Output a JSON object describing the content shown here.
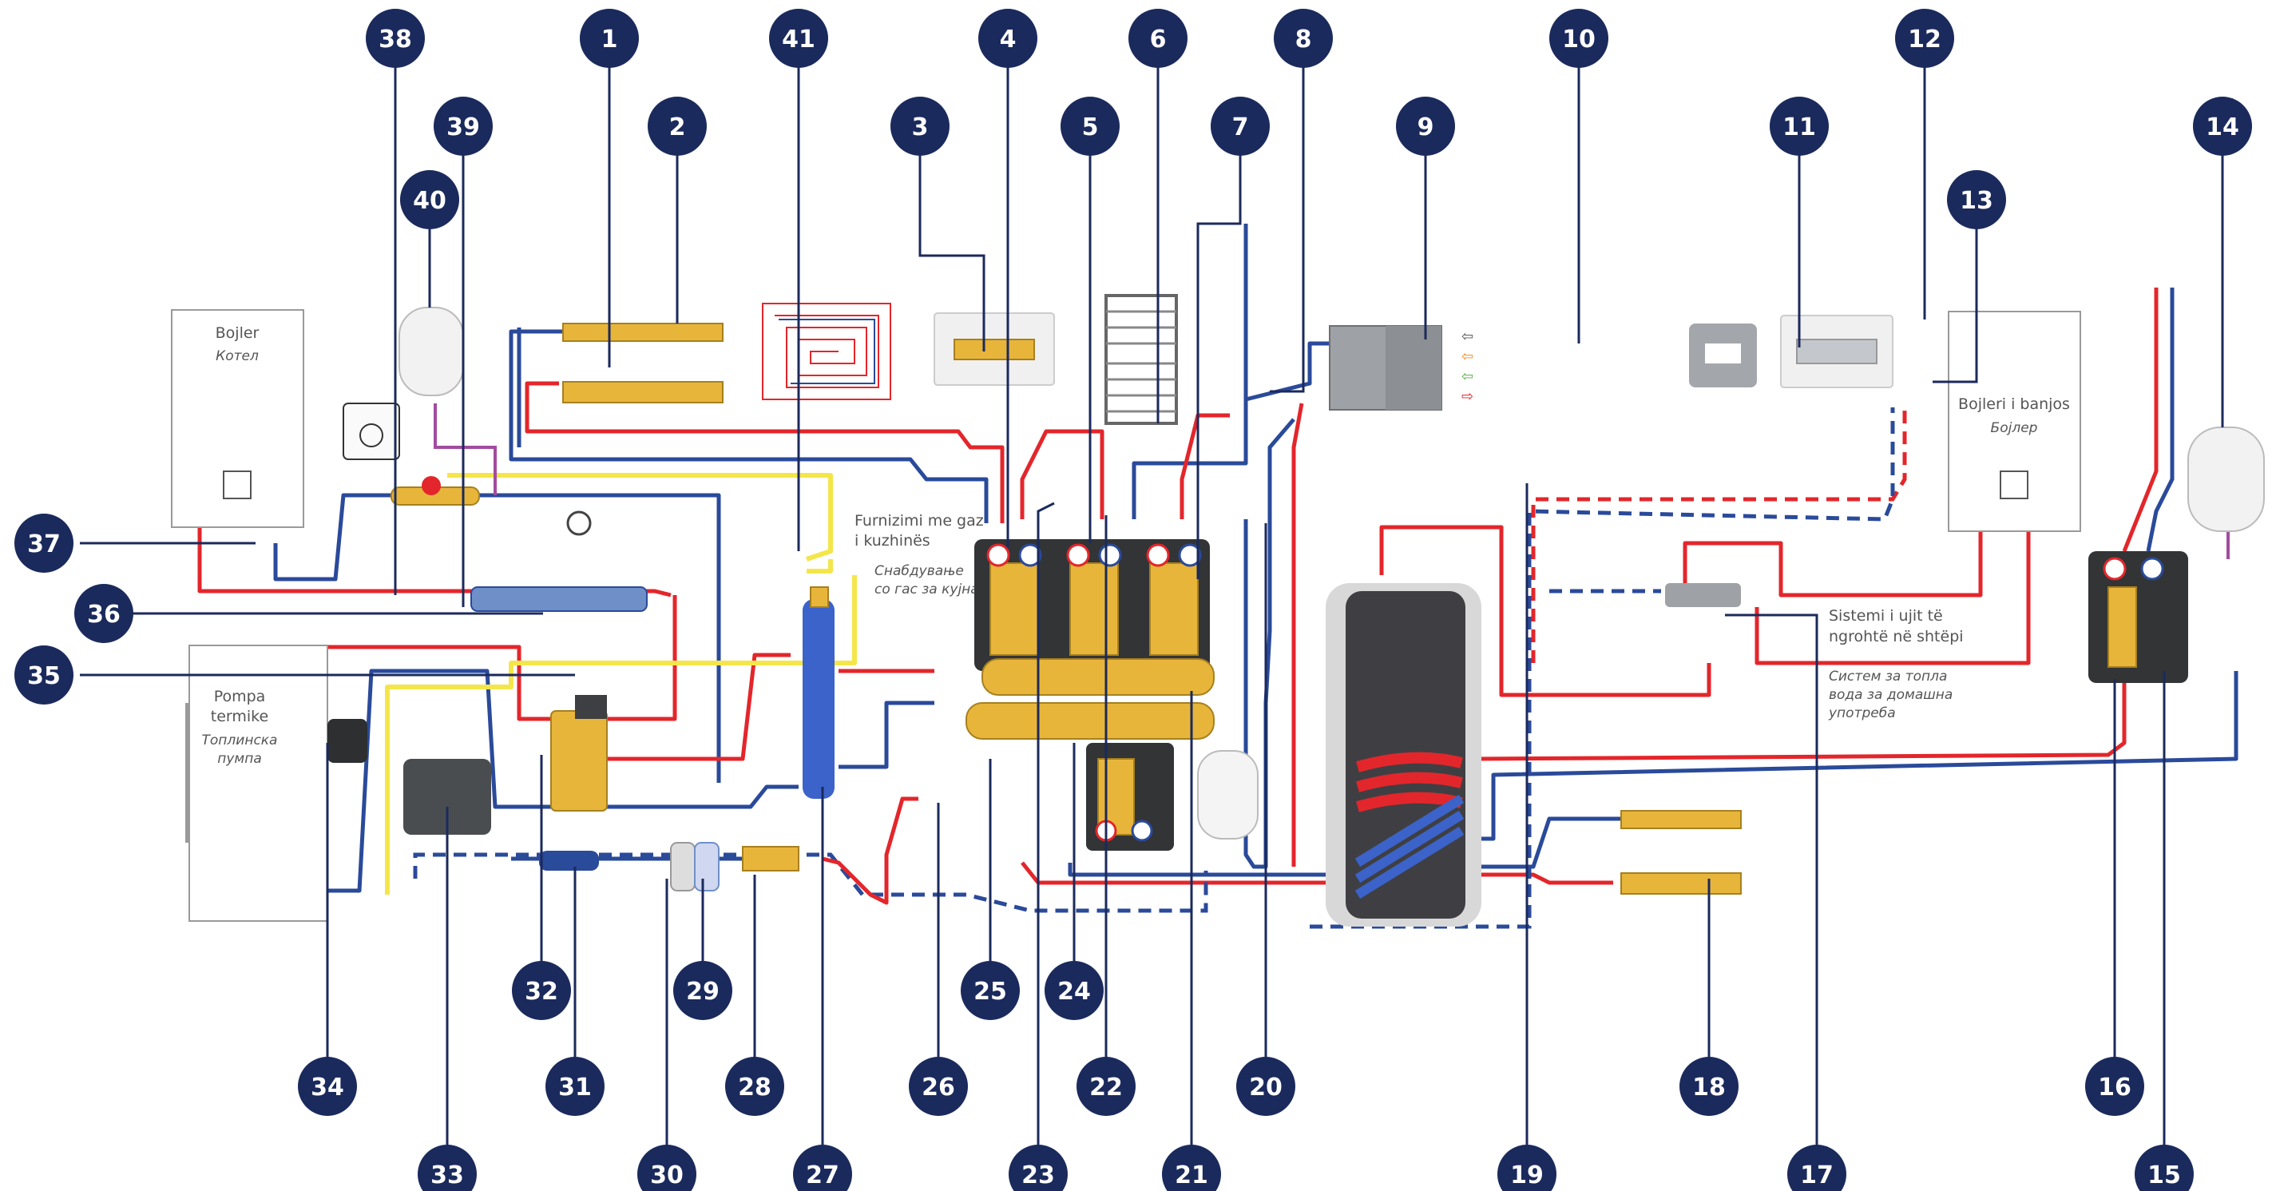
{
  "labels": {
    "boiler": "Bojler",
    "boiler_mk": "Котел",
    "heatpump_line1": "Pompa",
    "heatpump_line2": "termike",
    "heatpump_mk_line1": "Топлинска",
    "heatpump_mk_line2": "пумпа",
    "gas_line1": "Furnizimi me gaz",
    "gas_line2": "i kuzhinës",
    "gas_mk_line1": "Снабдување",
    "gas_mk_line2": "со гас за кујна",
    "bath_boiler": "Bojleri i banjos",
    "bath_boiler_mk": "Бојлер",
    "dhw_line1": "Sistemi i ujit të",
    "dhw_line2": "ngrohtë në shtëpi",
    "dhw_mk_line1": "Систем за топла",
    "dhw_mk_line2": "вода за домашна",
    "dhw_mk_line3": "употреба"
  },
  "callouts": [
    {
      "n": "1"
    },
    {
      "n": "2"
    },
    {
      "n": "3"
    },
    {
      "n": "4"
    },
    {
      "n": "5"
    },
    {
      "n": "6"
    },
    {
      "n": "7"
    },
    {
      "n": "8"
    },
    {
      "n": "9"
    },
    {
      "n": "10"
    },
    {
      "n": "11"
    },
    {
      "n": "12"
    },
    {
      "n": "13"
    },
    {
      "n": "14"
    },
    {
      "n": "15"
    },
    {
      "n": "16"
    },
    {
      "n": "17"
    },
    {
      "n": "18"
    },
    {
      "n": "19"
    },
    {
      "n": "20"
    },
    {
      "n": "21"
    },
    {
      "n": "22"
    },
    {
      "n": "23"
    },
    {
      "n": "24"
    },
    {
      "n": "25"
    },
    {
      "n": "26"
    },
    {
      "n": "27"
    },
    {
      "n": "28"
    },
    {
      "n": "29"
    },
    {
      "n": "30"
    },
    {
      "n": "31"
    },
    {
      "n": "32"
    },
    {
      "n": "33"
    },
    {
      "n": "34"
    },
    {
      "n": "35"
    },
    {
      "n": "36"
    },
    {
      "n": "37"
    },
    {
      "n": "38"
    },
    {
      "n": "39"
    },
    {
      "n": "40"
    },
    {
      "n": "41"
    }
  ],
  "colors": {
    "hot": "#e3262b",
    "cold": "#2a4a9a",
    "gas": "#f4e64a",
    "badge": "#1b2a5c",
    "brass": "#e8b53b"
  }
}
